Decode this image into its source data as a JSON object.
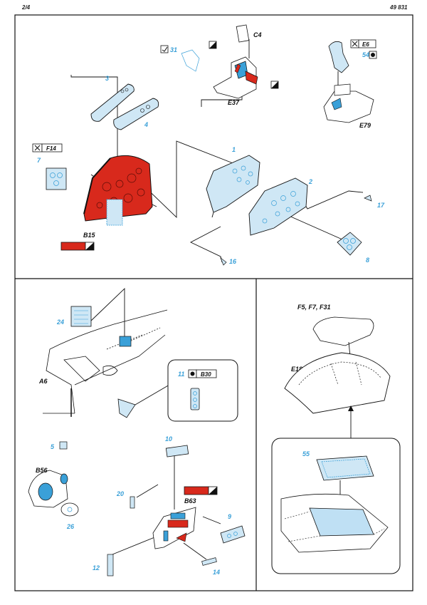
{
  "header": {
    "page": "2/4",
    "code": "49 831"
  },
  "colors": {
    "accent_blue": "#3aa0d8",
    "part_red": "#d8291c",
    "line": "#111111",
    "etch_fill": "#cfe7f5"
  },
  "top": {
    "parts": {
      "p1": "1",
      "p2": "2",
      "p3": "3",
      "p4": "4",
      "p7": "7",
      "p8": "8",
      "p16": "16",
      "p17": "17",
      "p31": "31",
      "p54": "54"
    },
    "refs": {
      "c4": "C4",
      "e37": "E37",
      "e79": "E79",
      "b15": "B15",
      "f14": "F14",
      "e6": "E6"
    }
  },
  "bottom_left": {
    "parts": {
      "p24": "24",
      "p11": "11",
      "p5": "5",
      "p26": "26",
      "p10": "10",
      "p20": "20",
      "p9": "9",
      "p12": "12",
      "p14": "14"
    },
    "refs": {
      "a6": "A6",
      "b30": "B30",
      "b56": "B56",
      "b63": "B63"
    }
  },
  "bottom_right": {
    "parts": {
      "p55": "55"
    },
    "refs": {
      "f_group": "F5, F7, F31",
      "e18": "E18"
    }
  },
  "icons": [
    "paint-icon",
    "remove-part-icon",
    "black-white-color-icon",
    "fold-icon"
  ]
}
